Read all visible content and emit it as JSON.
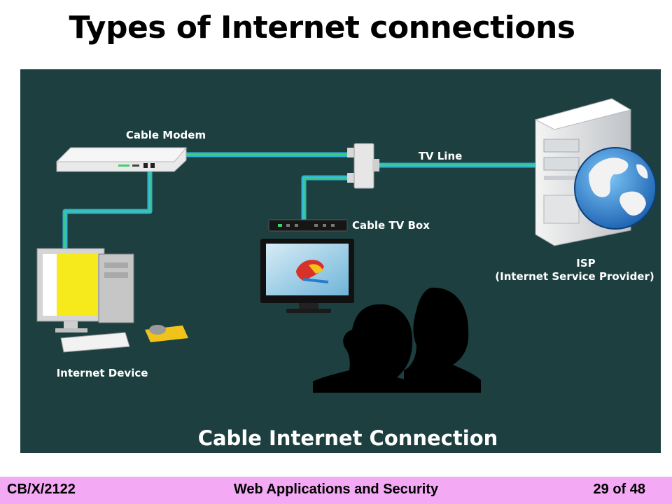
{
  "slide": {
    "title": "Types of Internet connections"
  },
  "diagram": {
    "background_color": "#1d3f3f",
    "labels": {
      "cable_modem": "Cable Modem",
      "tv_line": "TV Line",
      "cable_tv_box": "Cable TV Box",
      "isp": "ISP",
      "isp_full": "(Internet Service Provider)",
      "internet_device": "Internet Device",
      "caption": "Cable Internet Connection"
    }
  },
  "footer": {
    "left": "CB/X/2122",
    "center": "Web Applications and Security",
    "right": "29 of 48",
    "background_color": "#f3a9f3"
  }
}
